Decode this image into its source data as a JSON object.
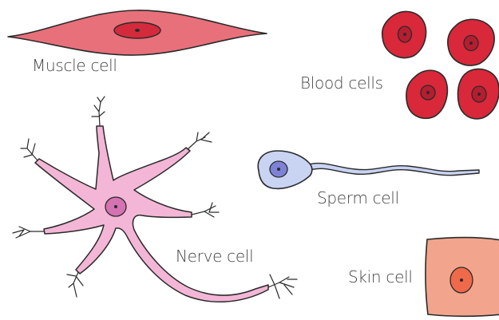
{
  "labels": {
    "muscle": "Muscle cell",
    "blood": "Blood cells",
    "sperm": "Sperm cell",
    "nerve": "Nerve cell",
    "skin": "Skin cell"
  },
  "colors": {
    "muscle_body": "#e8707a",
    "muscle_nucleus": "#d42b3c",
    "blood_body": "#d8283a",
    "blood_nucleus": "#b51e30",
    "sperm_body": "#c9d3f2",
    "sperm_nucleus": "#7e82d6",
    "nerve_body": "#f3b6d6",
    "nerve_nucleus": "#d472b2",
    "skin_body": "#f2a58c",
    "skin_nucleus": "#ee6a4a",
    "outline": "#2a2a2a",
    "label_text": "#444444"
  }
}
